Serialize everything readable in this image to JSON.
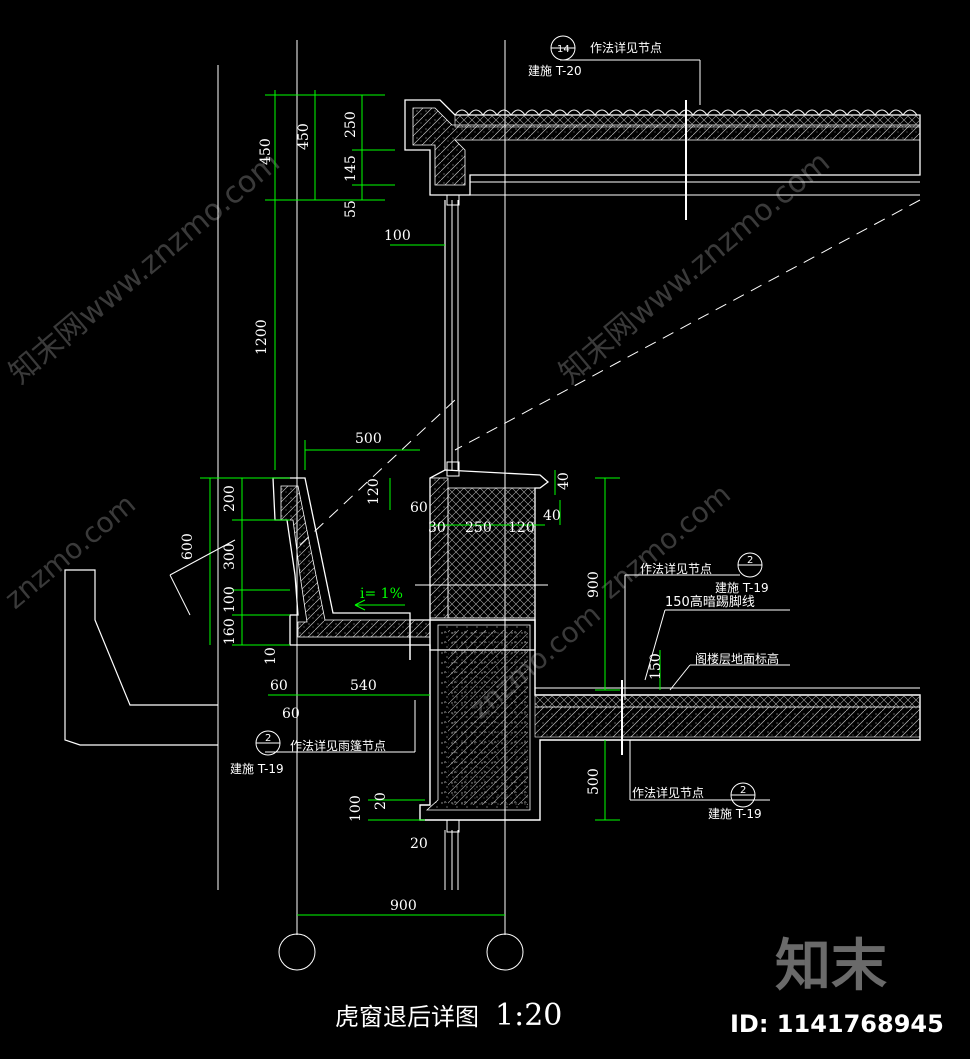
{
  "title": "虎窗退后详图",
  "scale": "1:20",
  "watermark": {
    "brand": "知末",
    "site": "知末网www.znzmo.com",
    "short": "znzmo.com",
    "id": "ID: 1141768945"
  },
  "colors": {
    "background": "#000000",
    "linework": "#ffffff",
    "dimension": "#00ff00",
    "leader": "#ffffff",
    "hatch": "#bbbbbb",
    "watermark": "#3a3a3a"
  },
  "dimensions": {
    "d450a": "450",
    "d450b": "450",
    "d250": "250",
    "d145": "145",
    "d55": "55",
    "d100top": "100",
    "d1200": "1200",
    "d500": "500",
    "d120a": "120",
    "d60": "60",
    "d40a": "40",
    "d40b": "40",
    "d200": "200",
    "d600": "600",
    "d300": "300",
    "d100mid": "100",
    "d160": "160",
    "d10": "10",
    "d30": "30",
    "d250mid": "250",
    "d120b": "120",
    "d900right": "900",
    "d150": "150",
    "d60b": "60",
    "d540": "540",
    "d60c": "60",
    "d500right": "500",
    "d100low": "100",
    "d20a": "20",
    "d20b": "20",
    "d900bottom": "900",
    "slope": "i= 1%"
  },
  "callouts": [
    {
      "id": "c14",
      "number": "14",
      "note": "作法详见节点",
      "sheet": "建施 T-20"
    },
    {
      "id": "c2a",
      "number": "2",
      "note": "作法详见节点",
      "sheet": "建施 T-19"
    },
    {
      "id": "c2b",
      "number": "2",
      "note": "作法详见雨篷节点",
      "sheet": "建施 T-19"
    },
    {
      "id": "c2c",
      "number": "2",
      "note": "作法详见节点",
      "sheet": "建施 T-19"
    }
  ],
  "labels": {
    "skirting": "150高暗踢脚线",
    "floor_level": "阁楼层地面标高"
  }
}
